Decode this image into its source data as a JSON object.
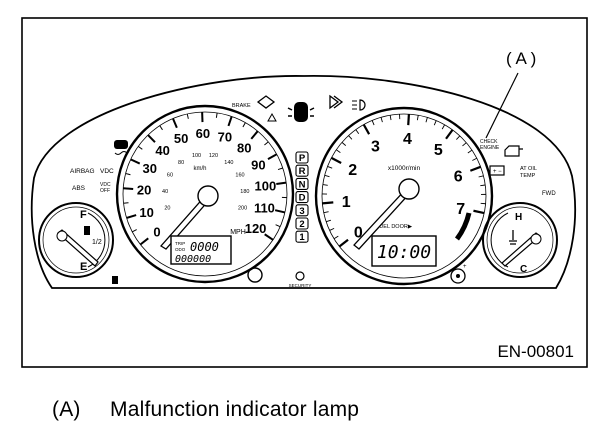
{
  "figure_id": "EN-00801",
  "callout": {
    "marker": "( A )"
  },
  "caption": {
    "key": "(A)",
    "text": "Malfunction indicator lamp"
  },
  "speedometer": {
    "major_labels": [
      "0",
      "10",
      "20",
      "30",
      "40",
      "50",
      "60",
      "70",
      "80",
      "90",
      "100",
      "110",
      "120"
    ],
    "minor_labels": [
      "20",
      "40",
      "60",
      "80",
      "100",
      "120",
      "140",
      "160",
      "180",
      "200"
    ],
    "unit_kmh": "km/h",
    "unit_mph": "MPH",
    "trip_label": "TRIP",
    "odo_label": "ODO",
    "trip_value": "0000",
    "odo_value": "000000"
  },
  "tachometer": {
    "labels": [
      "0",
      "1",
      "2",
      "3",
      "4",
      "5",
      "6",
      "7"
    ],
    "unit": "x1000r/min",
    "fuel_door": "FUEL DOOR▶",
    "clock": "10:00"
  },
  "fuel_gauge": {
    "full": "F",
    "half": "1/2",
    "empty": "E"
  },
  "temp_gauge": {
    "hot": "H",
    "cold": "C"
  },
  "gear_positions": [
    "P",
    "R",
    "N",
    "D",
    "3",
    "2",
    "1"
  ],
  "warning_labels": {
    "brake": "BRAKE",
    "airbag": "AIRBAG",
    "vdc": "VDC",
    "abs": "ABS",
    "vdc_off": "VDC\nOFF",
    "check_engine": "CHECK\nENGINE",
    "atoil_temp": "AT OIL\nTEMP",
    "fwd": "FWD",
    "security": "SECURITY"
  }
}
